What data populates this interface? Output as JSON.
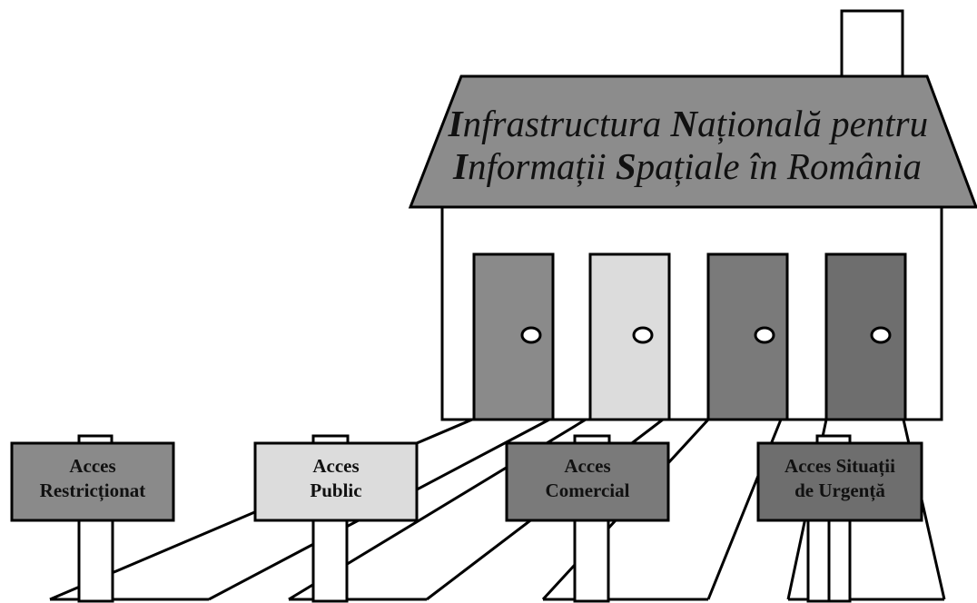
{
  "house": {
    "title_line1": [
      {
        "text": "I",
        "cap": true
      },
      {
        "text": "nfrastructura ",
        "cap": false
      },
      {
        "text": "N",
        "cap": true
      },
      {
        "text": "ațională pentru",
        "cap": false
      }
    ],
    "title_line2": [
      {
        "text": "I",
        "cap": true
      },
      {
        "text": "nformații ",
        "cap": false
      },
      {
        "text": "S",
        "cap": true
      },
      {
        "text": "pațiale în România",
        "cap": false
      }
    ]
  },
  "doors": [
    {
      "name": "door-restricted",
      "color": "#8a8a8a"
    },
    {
      "name": "door-public",
      "color": "#dcdcdc"
    },
    {
      "name": "door-commercial",
      "color": "#7a7a7a"
    },
    {
      "name": "door-emergency",
      "color": "#6e6e6e"
    }
  ],
  "signs": [
    {
      "name": "sign-restricted-access",
      "lines": [
        "Acces",
        "Restricționat"
      ],
      "color": "#8a8a8a"
    },
    {
      "name": "sign-public-access",
      "lines": [
        "Acces",
        "Public"
      ],
      "color": "#dcdcdc"
    },
    {
      "name": "sign-commercial-access",
      "lines": [
        "Acces",
        "Comercial"
      ],
      "color": "#7a7a7a"
    },
    {
      "name": "sign-emergency-access",
      "lines": [
        "Acces Situații",
        "de Urgență"
      ],
      "color": "#6e6e6e"
    }
  ],
  "colors": {
    "roof": "#8c8c8c",
    "outline": "#000000",
    "wall": "#ffffff"
  }
}
